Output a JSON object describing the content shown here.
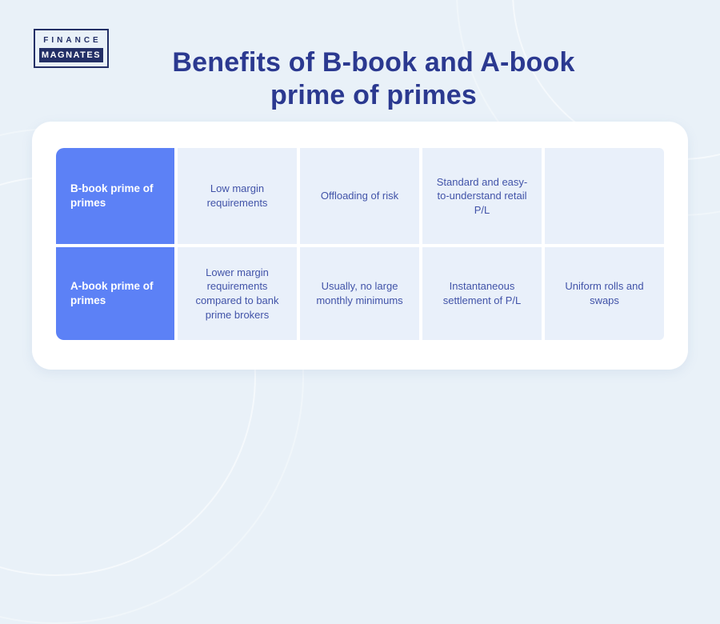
{
  "logo": {
    "line1": "FINANCE",
    "line2": "MAGNATES"
  },
  "title": "Benefits of B-book and A-book prime of primes",
  "colors": {
    "background": "#e9f1f8",
    "card": "#ffffff",
    "accent_blue": "#5c81f6",
    "cell_background": "#e9f0fa",
    "title_text": "#2b3990",
    "cell_text": "#4153a8",
    "logo_navy": "#232f66"
  },
  "table": {
    "rows": [
      {
        "header": "B-book prime of primes",
        "cells": [
          "Low margin requirements",
          "Offloading of risk",
          "Standard and easy-to-understand retail P/L",
          ""
        ]
      },
      {
        "header": "A-book prime of primes",
        "cells": [
          "Lower margin requirements compared to bank prime brokers",
          "Usually, no large monthly minimums",
          "Instantaneous settlement of P/L",
          "Uniform rolls and swaps"
        ]
      }
    ]
  },
  "chart_data": {
    "type": "table",
    "title": "Benefits of B-book and A-book prime of primes",
    "row_headers": [
      "B-book prime of primes",
      "A-book prime of primes"
    ],
    "rows": [
      [
        "Low margin requirements",
        "Offloading of risk",
        "Standard and easy-to-understand retail P/L",
        ""
      ],
      [
        "Lower margin requirements compared to bank prime brokers",
        "Usually, no large monthly minimums",
        "Instantaneous settlement of P/L",
        "Uniform rolls and swaps"
      ]
    ],
    "legend_position": "none",
    "grid": false
  }
}
